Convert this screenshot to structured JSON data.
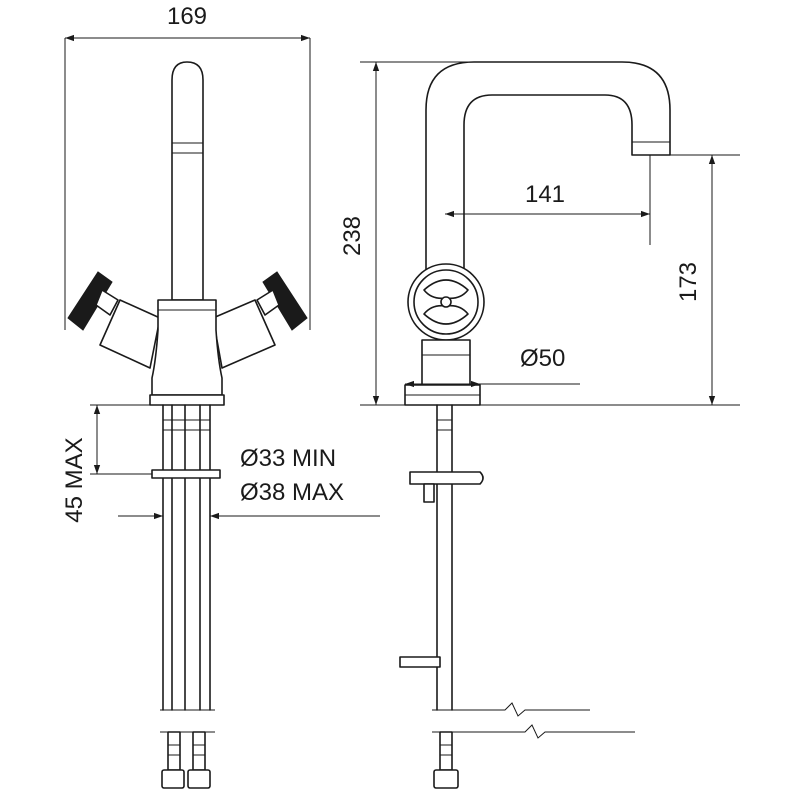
{
  "dimensions": {
    "width_front": "169",
    "height_total": "238",
    "spout_reach": "141",
    "spout_height": "173",
    "base_diameter": "Ø50",
    "counter_thickness": "45 MAX",
    "hole_min": "Ø33 MIN",
    "hole_max": "Ø38 MAX"
  }
}
